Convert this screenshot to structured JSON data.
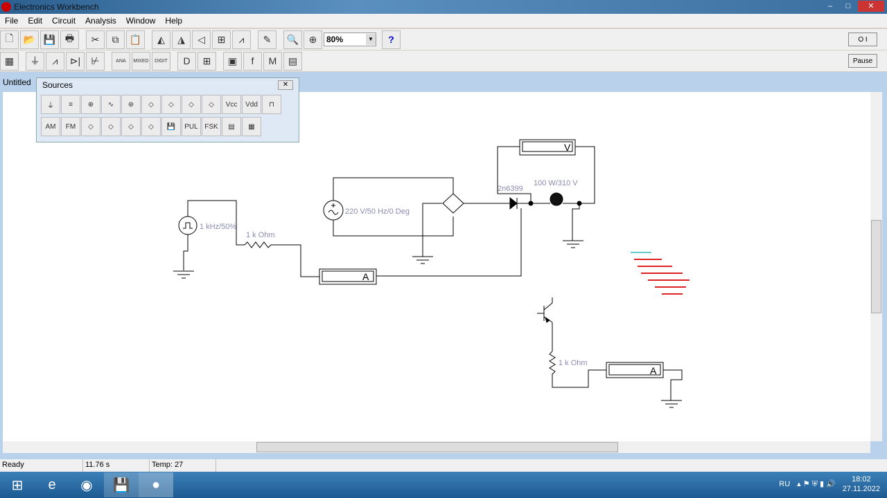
{
  "window": {
    "title": "Electronics Workbench"
  },
  "menu": [
    "File",
    "Edit",
    "Circuit",
    "Analysis",
    "Window",
    "Help"
  ],
  "toolbar1": {
    "icons": [
      "new-icon",
      "open-icon",
      "save-icon",
      "print-icon",
      "cut-icon",
      "copy-icon",
      "paste-icon",
      "rotate-icon",
      "flip-horizontal-icon",
      "flip-vertical-icon",
      "subcircuit-icon",
      "graph-icon",
      "component-properties-icon",
      "zoom-out-icon",
      "zoom-in-icon"
    ],
    "glyphs": [
      "🗋",
      "📂",
      "💾",
      "🖶",
      "✂",
      "⧉",
      "📋",
      "◭",
      "◮",
      "◁",
      "⊞",
      "⩘",
      "✎",
      "🔍",
      "⊕"
    ],
    "zoom": "80%",
    "help": "?"
  },
  "toolbar2": {
    "icons": [
      "parts-bin-icon",
      "sources-icon",
      "basic-icon",
      "diodes-icon",
      "transistors-icon",
      "analog-ic-icon",
      "mixed-ic-icon",
      "digital-ic-icon",
      "logic-gates-icon",
      "digital-icon",
      "indicators-icon",
      "controls-icon",
      "miscellaneous-icon",
      "instruments-icon"
    ],
    "glyphs": [
      "▦",
      "⏚",
      "⩘",
      "⊳|",
      "⊬",
      "ANA",
      "MIXED",
      "DIGIT",
      "D",
      "⊞",
      "▣",
      "f",
      "M",
      "▤"
    ]
  },
  "power_button": "O I",
  "pause_button": "Pause",
  "document": {
    "tab": "Untitled"
  },
  "sources_panel": {
    "title": "Sources",
    "row1": [
      "⏚",
      "≡",
      "⊕",
      "∿",
      "⊛",
      "◇",
      "◇",
      "◇",
      "◇",
      "Vcc",
      "Vdd",
      "⊓"
    ],
    "row2": [
      "AM",
      "FM",
      "◇",
      "◇",
      "◇",
      "◇",
      "💾",
      "PUL",
      "FSK",
      "▤",
      "▦"
    ]
  },
  "circuit": {
    "pulse_source": "1 kHz/50%",
    "resistor1": "1 k Ohm",
    "ac_source": "220 V/50 Hz/0 Deg",
    "thyristor": "2n6399",
    "lamp": "100 W/310 V",
    "voltmeter": "V",
    "ammeter1": "A",
    "resistor2": "1 k Ohm",
    "ammeter2": "A"
  },
  "status": {
    "state": "Ready",
    "time": "11.76 s",
    "temp": "Temp:  27"
  },
  "taskbar": {
    "lang": "RU",
    "time": "18:02",
    "date": "27.11.2022"
  }
}
